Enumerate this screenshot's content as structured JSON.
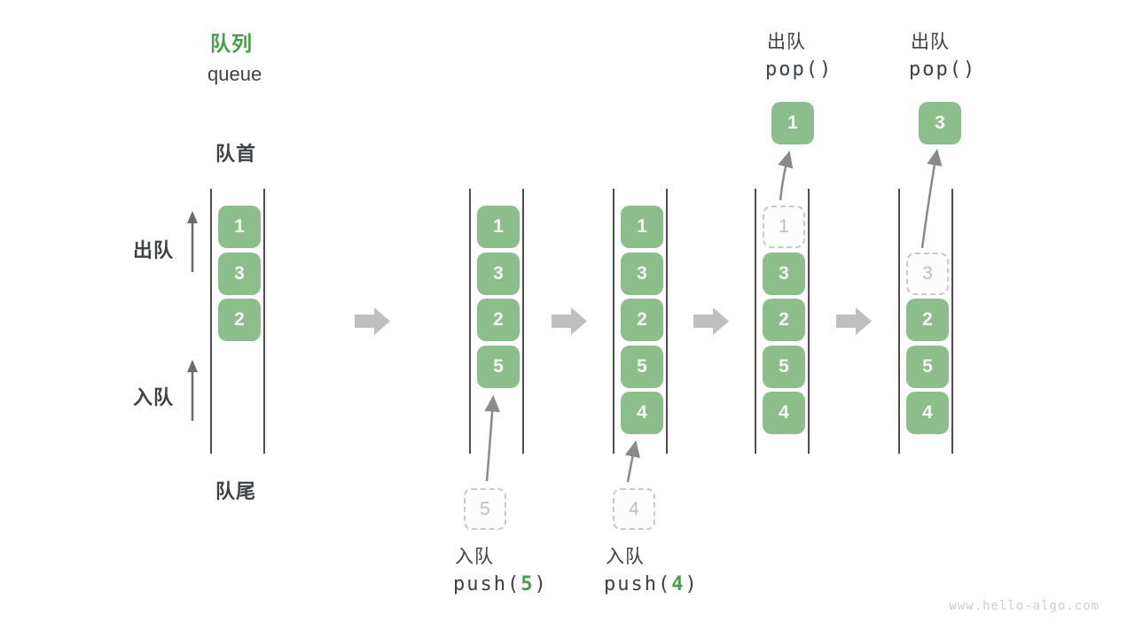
{
  "header": {
    "title": "队列",
    "subtitle": "queue"
  },
  "side_labels": {
    "front": "队首",
    "dequeue": "出队",
    "enqueue": "入队",
    "rear": "队尾"
  },
  "columns": [
    {
      "items": [
        "1",
        "3",
        "2"
      ]
    },
    {
      "items": [
        "1",
        "3",
        "2",
        "5"
      ],
      "ghost": "5",
      "op": {
        "label": "入队",
        "code_pre": "push(",
        "code_arg": "5",
        "code_post": ")"
      }
    },
    {
      "items": [
        "1",
        "3",
        "2",
        "5",
        "4"
      ],
      "ghost": "4",
      "op": {
        "label": "入队",
        "code_pre": "push(",
        "code_arg": "4",
        "code_post": ")"
      }
    },
    {
      "items": [
        "3",
        "2",
        "5",
        "4"
      ],
      "ghost": "1",
      "popped": "1",
      "op": {
        "label": "出队",
        "code_pre": "pop(",
        "code_arg": "",
        "code_post": ")"
      }
    },
    {
      "items": [
        "2",
        "5",
        "4"
      ],
      "ghost": "3",
      "popped": "3",
      "op": {
        "label": "出队",
        "code_pre": "pop(",
        "code_arg": "",
        "code_post": ")"
      }
    }
  ],
  "watermark": "www.hello-algo.com",
  "colors": {
    "box_green": "#8cbe8c",
    "accent_green": "#43a047",
    "text_dark": "#3d4247",
    "flow_arrow_gray": "#bfbfbf",
    "curve_arrow_gray": "#8a8a8a",
    "dashed_border": "#c8c8c8",
    "ghost_text": "#bdbdbd",
    "column_line": "#4d4d4d",
    "watermark_gray": "#caced2"
  }
}
